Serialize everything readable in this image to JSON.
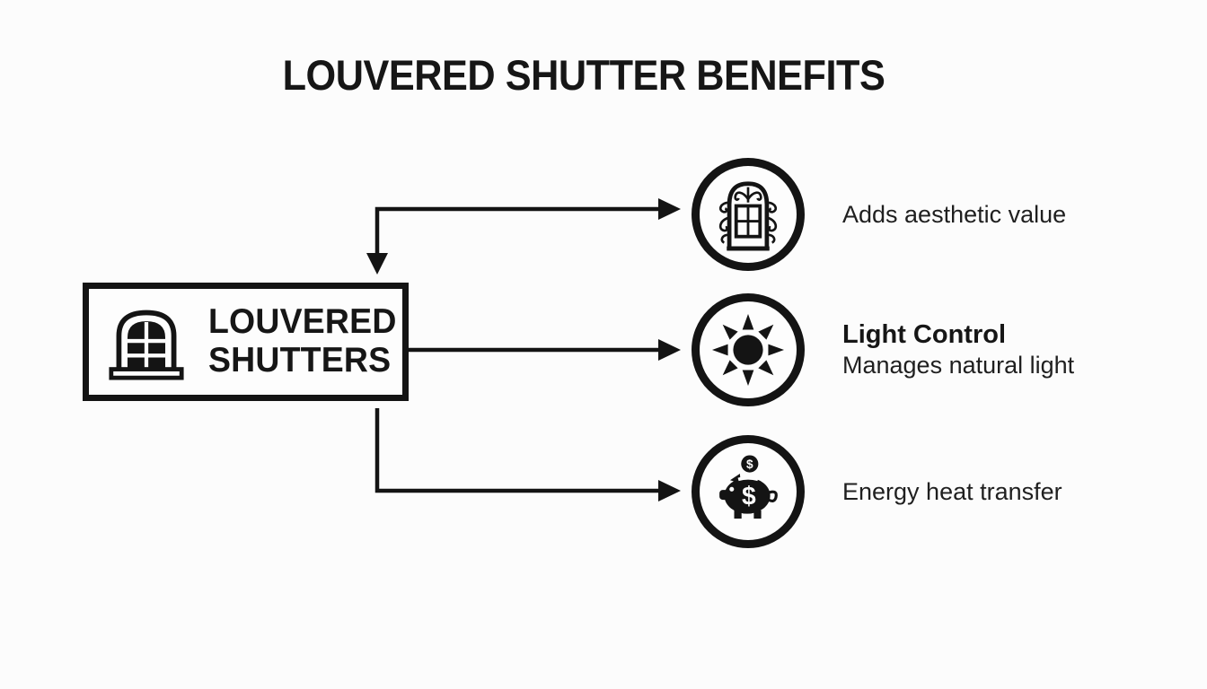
{
  "canvas": {
    "background": "#fcfcfc",
    "ink": "#141414"
  },
  "title": "LOUVERED SHUTTER BENEFITS",
  "source_box": {
    "icon": "arched-window-icon",
    "label_line1": "LOUVERED",
    "label_line2": "SHUTTERS"
  },
  "benefits": [
    {
      "icon": "ornate-window-icon",
      "title": "",
      "description": "Adds aesthetic value"
    },
    {
      "icon": "sun-icon",
      "title": "Light Control",
      "description": "Manages natural light"
    },
    {
      "icon": "piggy-bank-icon",
      "title": "",
      "description": "Energy heat transfer"
    }
  ]
}
